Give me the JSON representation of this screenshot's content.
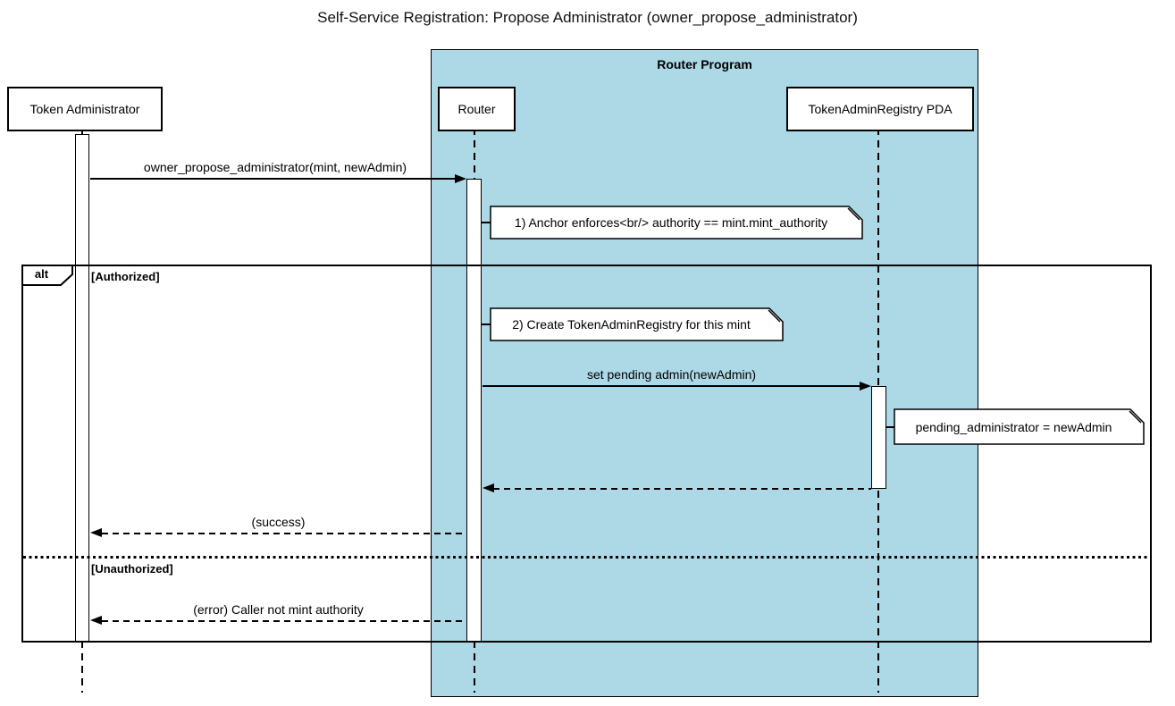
{
  "title": "Self-Service Registration: Propose Administrator (owner_propose_administrator)",
  "colors": {
    "program_background": "#add8e6",
    "box_background": "#ffffff",
    "line": "#000000"
  },
  "program_group": {
    "label": "Router Program"
  },
  "participants": [
    {
      "id": "token-administrator",
      "label": "Token Administrator"
    },
    {
      "id": "router",
      "label": "Router"
    },
    {
      "id": "registry-pda",
      "label": "TokenAdminRegistry PDA"
    }
  ],
  "messages": [
    {
      "from": "token-administrator",
      "to": "router",
      "style": "solid",
      "label": "owner_propose_administrator(mint, newAdmin)"
    },
    {
      "from": "router",
      "to": "registry-pda",
      "style": "solid",
      "label": "set pending admin(newAdmin)"
    },
    {
      "from": "registry-pda",
      "to": "router",
      "style": "dashed-return",
      "label": ""
    },
    {
      "from": "router",
      "to": "token-administrator",
      "style": "dashed-return",
      "label": "(success)"
    },
    {
      "from": "router",
      "to": "token-administrator",
      "style": "dashed-return",
      "label": "(error) Caller not mint authority"
    }
  ],
  "notes": [
    {
      "anchor": "router",
      "text": "1) Anchor enforces<br/> authority == mint.mint_authority"
    },
    {
      "anchor": "router",
      "text": "2) Create TokenAdminRegistry for this mint"
    },
    {
      "anchor": "registry-pda",
      "text": "pending_administrator = newAdmin"
    }
  ],
  "alt_frame": {
    "operator": "alt",
    "guard_authorized": "[Authorized]",
    "guard_unauthorized": "[Unauthorized]"
  }
}
